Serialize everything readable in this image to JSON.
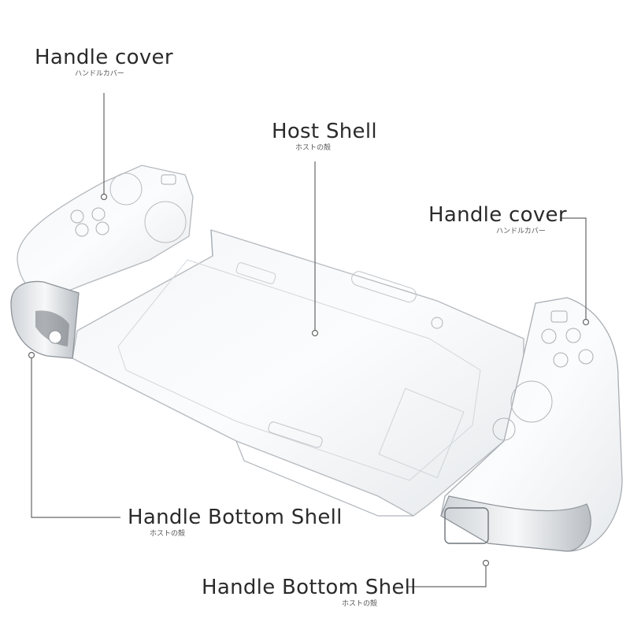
{
  "labels": {
    "handle_cover_top": {
      "en": "Handle cover",
      "jp": "ハンドルカバー"
    },
    "host_shell": {
      "en": "Host Shell",
      "jp": "ホストの殻"
    },
    "handle_cover_right": {
      "en": "Handle cover",
      "jp": "ハンドルカバー"
    },
    "handle_bottom_left": {
      "en": "Handle Bottom Shell",
      "jp": "ホストの殻"
    },
    "handle_bottom_right": {
      "en": "Handle Bottom Shell",
      "jp": "ホストの殻"
    }
  },
  "colors": {
    "background": "#ffffff",
    "text": "#2b2b2b",
    "leader_line": "#666666",
    "shell_edge": "#9aa0a6"
  }
}
